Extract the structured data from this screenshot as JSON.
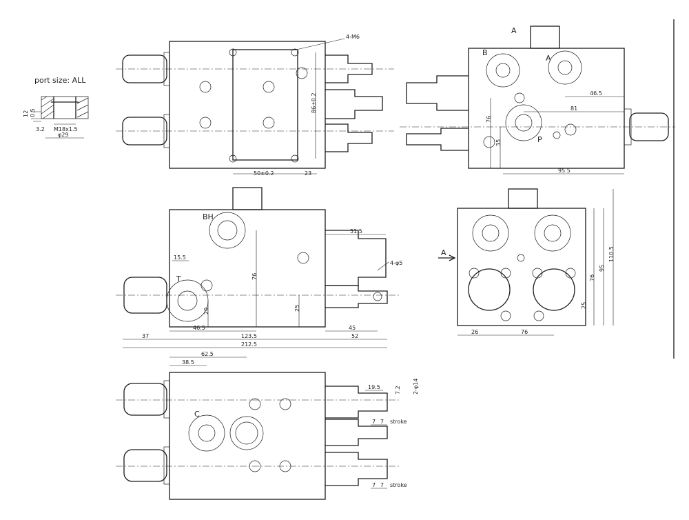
{
  "port_note": {
    "text": "port size: ALL"
  },
  "detail": {
    "d1": "12",
    "d2": "0.5",
    "d3": "3.2",
    "thread": "M18x1.5",
    "dia": "φ29"
  },
  "ports": {
    "A": "A",
    "B": "B",
    "P": "P",
    "T": "T",
    "BH": "BH",
    "C": "C",
    "arrow_A": "A"
  },
  "dims": {
    "top_holes": "4-M6",
    "d50": "50±0.2",
    "d23": "23",
    "d86": "86±0.2",
    "r465": "46.5",
    "r81": "81",
    "r76": "76",
    "r35": "35",
    "r955": "95.5",
    "m515": "51.5",
    "m155": "15.5",
    "m76": "76",
    "m20": "20",
    "m25": "25",
    "m465": "46.5",
    "m1235": "123.5",
    "m37": "37",
    "m45": "45",
    "m52": "52",
    "m2125": "212.5",
    "pin_holes": "4-φ5",
    "s26": "26",
    "s76": "76",
    "s25": "25",
    "s76v": "76",
    "s95": "95",
    "s1105": "110.5",
    "b625": "62.5",
    "b385": "38.5",
    "b195": "19.5",
    "b72": "7.2",
    "b14": "2-φ14",
    "b7a": "7",
    "b7b": "7",
    "b7c": "7",
    "b7d": "7",
    "stroke1": "stroke",
    "stroke2": "stroke"
  }
}
